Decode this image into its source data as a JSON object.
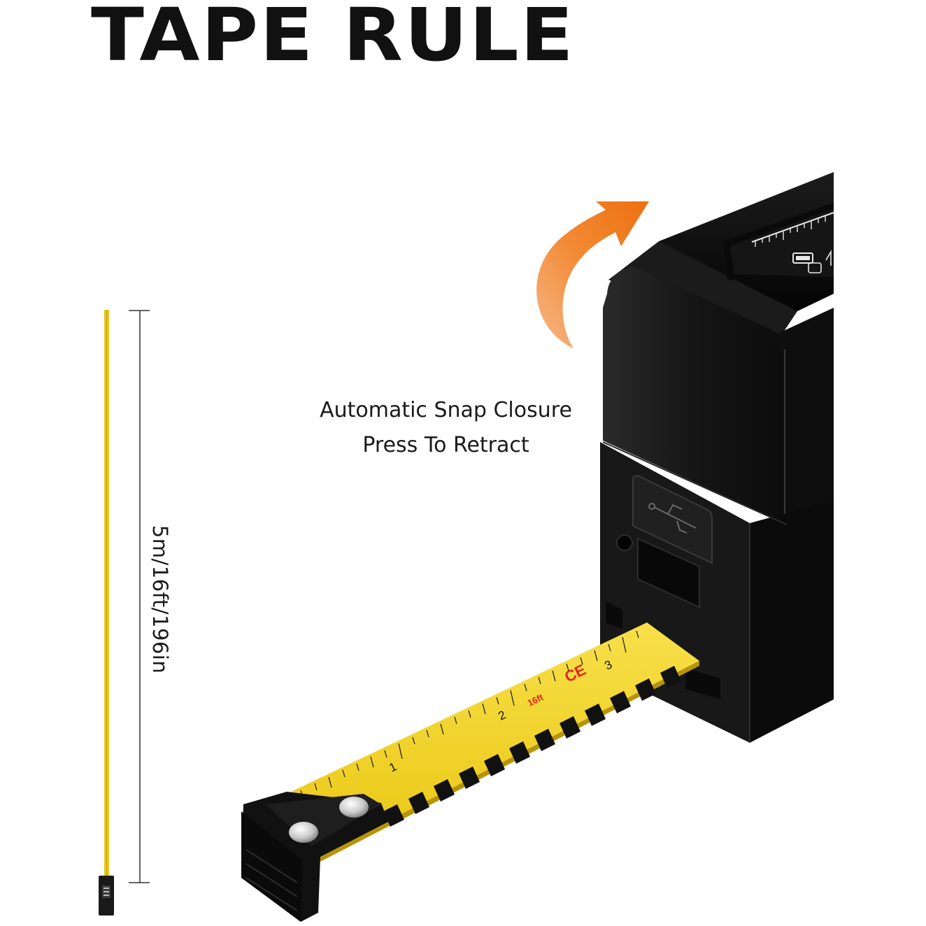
{
  "title": "TAPE RULE",
  "caption": {
    "line1": "Automatic Snap Closure",
    "line2": "Press To Retract"
  },
  "length_label": "5m/16ft/196in",
  "tape_markings": {
    "numbers": [
      "1",
      "2",
      "3"
    ],
    "size_mark": "16ft",
    "cert_mark": "CE"
  },
  "icons": [
    "curved-arrow-icon",
    "usb-icon",
    "battery-icon",
    "bluetooth-icon"
  ],
  "colors": {
    "tape_yellow": "#f4d81c",
    "device_black": "#1a1a1a",
    "arrow_orange": "#f07c1a",
    "text_dark": "#111111",
    "tape_red_mark": "#e0261b"
  }
}
